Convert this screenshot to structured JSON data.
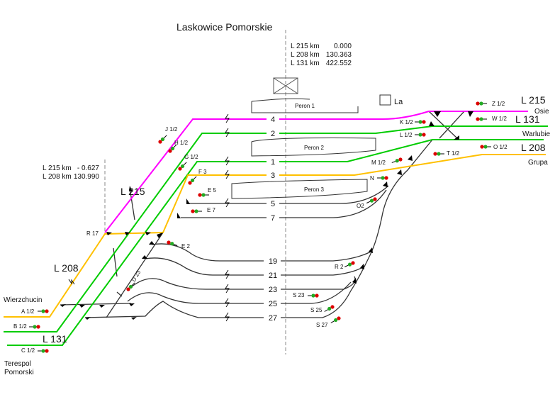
{
  "title": "Laskowice Pomorskie",
  "station_km": [
    "L 215 km",
    "0.000",
    "L 208 km",
    "130.363",
    "L 131 km",
    "422.552"
  ],
  "left_km": [
    "L 215 km",
    "-  0.627",
    "L 208 km",
    "130.990"
  ],
  "colors": {
    "l215": "#ff00ff",
    "l131": "#00cc00",
    "l208": "#ffc000",
    "track": "#555555"
  },
  "lines": {
    "l215_left": "L 215",
    "l208_left": "L 208",
    "l131_left": "L 131",
    "l215_right": "L 215",
    "l131_right": "L 131",
    "l208_right": "L 208"
  },
  "destinations": {
    "wierzchucin": "Wierzchucin",
    "terespol1": "Terespol",
    "terespol2": "Pomorski",
    "osie": "Osie",
    "warlubie": "Warlubie",
    "grupa": "Grupa"
  },
  "platforms": [
    "Peron 1",
    "Peron 2",
    "Peron 3"
  ],
  "tracks": [
    "4",
    "2",
    "1",
    "3",
    "5",
    "7",
    "19",
    "21",
    "23",
    "25",
    "27"
  ],
  "box_label": "La",
  "junction": "R 17",
  "signals": {
    "A": "A 1/2",
    "B": "B 1/2",
    "C": "C 1/2",
    "J": "J 1/2",
    "H": "H 1/2",
    "G": "G 1/2",
    "F": "F 3",
    "E5": "E 5",
    "E7": "E 7",
    "E2": "E 2",
    "D": "D 23",
    "K": "K 1/2",
    "L": "L 1/2",
    "M": "M 1/2",
    "N": "N",
    "O2": "O2",
    "R2": "R 2",
    "S23": "S 23",
    "S25": "S 25",
    "S27": "S 27",
    "Z": "Z 1/2",
    "W": "W 1/2",
    "O": "O 1/2",
    "T": "T 1/2"
  }
}
